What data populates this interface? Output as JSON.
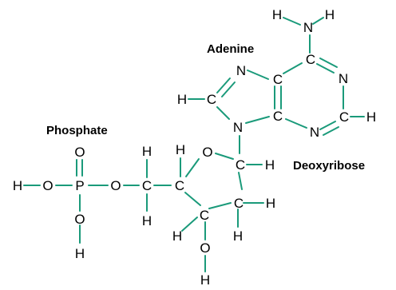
{
  "labels": {
    "adenine": "Adenine",
    "phosphate": "Phosphate",
    "deoxyribose": "Deoxyribose"
  },
  "atoms": {
    "h_nh2_left": "H",
    "n_amine": "N",
    "h_nh2_right": "H",
    "c6": "C",
    "n1": "N",
    "n7": "N",
    "c5": "C",
    "h_c8": "H",
    "c8": "C",
    "c2": "C",
    "h_c2": "H",
    "n9": "N",
    "c4": "C",
    "n3": "N",
    "o_p_top": "O",
    "h_c5p_top": "H",
    "h_c4p_top": "H",
    "o_ring": "O",
    "h_o_left": "H",
    "o_left": "O",
    "p": "P",
    "o_mid": "O",
    "c5p": "C",
    "c4p": "C",
    "c1p": "C",
    "h_c1p": "H",
    "h_c5p_bottom": "H",
    "c3p": "C",
    "c2p": "C",
    "h_c2p_right": "H",
    "o_p_bottom": "O",
    "h_c3p": "H",
    "h_c2p_bottom": "H",
    "o_3p": "O",
    "h_p_bottom": "H",
    "h_o3p": "H"
  },
  "colors": {
    "bond": "#1a9a7a",
    "text": "#000000",
    "background": "#ffffff"
  }
}
